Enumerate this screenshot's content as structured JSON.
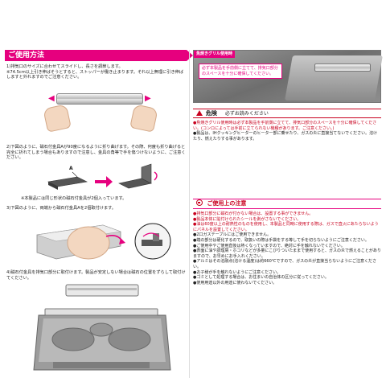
{
  "usage": {
    "title": "ご使用方法",
    "step1": {
      "text": "1)排気口のサイズに合わせてスライドし、長さを調節します。",
      "note": "※74.5cm以上引き伸ばそうとすると、ストッパーが働き止まります。それ以上無理に引き伸ばしますと外れますのでご注意ください。"
    },
    "step2": {
      "text": "2)下図のように、磁石付金具Aが90度になるように折り曲げます。その際、何度も折り曲げると完全に折れてしまう場合もありますので注意し、金具の角等で手を傷つけないように、ご注意ください。",
      "label_a": "A",
      "note": "※本製品には同じ形状の磁石付金具が2個入っています。"
    },
    "step3": {
      "text": "3)下図のように、両端から磁石付金具Aを2個取付けます。"
    },
    "step4": {
      "text": "4)磁石付金具を排気口部分に取付けます。製品が安定しない場合は磁石の位置をずらして取付けてください。"
    }
  },
  "grill_photo": {
    "tab": "魚焼きグリル使用時",
    "callout": "必ず本製品を手前側に立てて、排気口部分のスペースを十分に確保してください。"
  },
  "danger": {
    "title": "危険",
    "subtitle": "必ずお読みください",
    "lines": [
      {
        "text": "●魚焼きグリル使用時は必ず本製品を手前側に立てて、排気口部分のスペースを十分に確保してください。(コンロによっては手前に立てられない機種があります。ご注意ください。)",
        "red": true
      },
      {
        "text": "●製品は、IHクッキングヒーターのヒーター部に乗せたり、ガスの炎に直接当てないでください。溶けたり、燃えたりする事があります。",
        "red": false
      }
    ]
  },
  "caution": {
    "title": "ご使用上の注意",
    "lines": [
      {
        "text": "●排気口部分に磁石が付かない場合は、設置する事ができません。",
        "red": true
      },
      {
        "text": "●製品本体に貼付けられたシールを剥がさないでください。",
        "red": true
      },
      {
        "text": "●油は60度以上の耐熱性のものを使用し、本製品と同時に使用する際は、ガスで直火にあたらないようにパネルを設置してください。",
        "red": true
      },
      {
        "text": "●2口ガステーブルにはご使用できません。",
        "red": false
      },
      {
        "text": "●端の部分は硬化するので、取扱いの際は手袋をする等して手を切らないようにご注意ください。",
        "red": false
      },
      {
        "text": "●ご使用中やご使用直後は熱くなっていますので、絶対に手を触れないでください。",
        "red": false
      },
      {
        "text": "●表面に油や調理屑・ホコリなどが多量にこびりついたままで使用すると、ガスの炎で燃えることがありますので、お早めにお手入れください。",
        "red": false
      },
      {
        "text": "●アルミはその溶融点(溶ける温度)は約660℃ですので、ガスの炎が直接当らないようにご注意ください。",
        "red": false
      },
      {
        "text": "●お子様が手を触れないようにご注意ください。",
        "red": false
      },
      {
        "text": "●ゴミとして処理する場合は、お住まいの自治体の区分に従ってください。",
        "red": false
      },
      {
        "text": "●使用用途以外の用途に使わないでください。",
        "red": false
      }
    ]
  },
  "colors": {
    "accent": "#e6007e",
    "danger_red": "#c8001e"
  }
}
